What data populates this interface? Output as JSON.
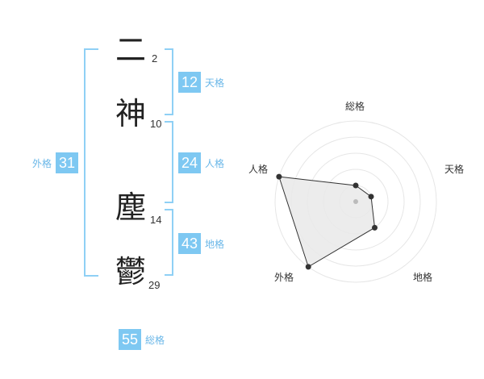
{
  "name": {
    "chars": [
      {
        "char": "二",
        "strokes": "2"
      },
      {
        "char": "神",
        "strokes": "10"
      },
      {
        "char": "塵",
        "strokes": "14"
      },
      {
        "char": "鬱",
        "strokes": "29"
      }
    ]
  },
  "kaku": {
    "tenkaku": {
      "value": "12",
      "label": "天格"
    },
    "jinkaku": {
      "value": "24",
      "label": "人格"
    },
    "chikaku": {
      "value": "43",
      "label": "地格"
    },
    "gaikaku": {
      "value": "31",
      "label": "外格"
    },
    "soukaku": {
      "value": "55",
      "label": "総格"
    }
  },
  "radar": {
    "axes": [
      "総格",
      "天格",
      "地格",
      "外格",
      "人格"
    ],
    "levels": 5,
    "values": [
      1,
      1,
      2,
      5,
      5
    ],
    "colors": {
      "ring": "#e6e6e6",
      "fill": "#e9e9e9",
      "line": "#333333",
      "point": "#333333"
    }
  },
  "colors": {
    "accent": "#7ec8f2",
    "accent_text": "#6ab7e8",
    "bracket": "#8fd0f5"
  }
}
